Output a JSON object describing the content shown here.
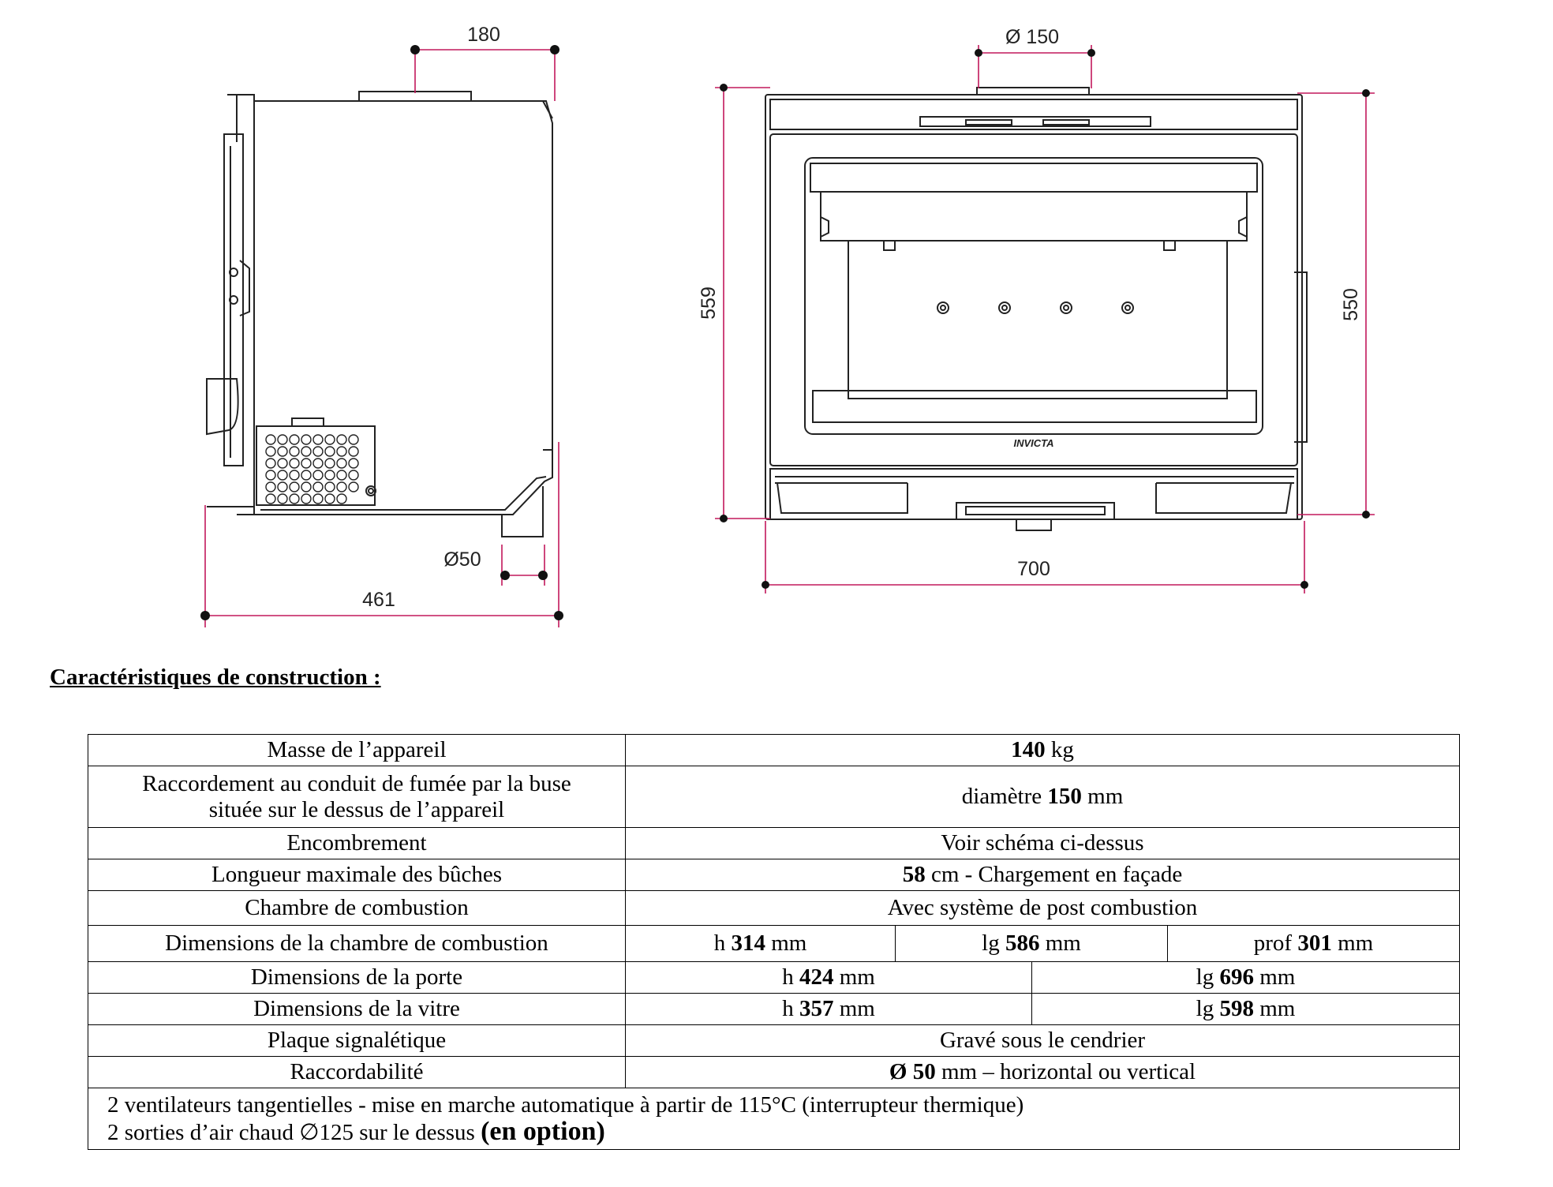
{
  "side_view": {
    "dim_top": "180",
    "dim_outlet": "Ø50",
    "dim_depth": "461"
  },
  "front_view": {
    "dim_flue": "Ø 150",
    "dim_height_left": "559",
    "dim_height_right": "550",
    "dim_width": "700",
    "brand": "INVICTA"
  },
  "section_title": "Caractéristiques de construction :",
  "specs": {
    "row1": {
      "label": "Masse de l’appareil",
      "v_bold": "140",
      "v_unit": " kg"
    },
    "row2": {
      "label_line1": "Raccordement au conduit de fumée par la buse",
      "label_line2": "située sur le dessus de l’appareil",
      "v_pre": "diamètre ",
      "v_bold": "150",
      "v_unit": " mm"
    },
    "row3": {
      "label": "Encombrement",
      "value": "Voir schéma ci-dessus"
    },
    "row4": {
      "label": "Longueur maximale des bûches",
      "v_bold": "58",
      "v_rest": " cm - Chargement en façade"
    },
    "row5": {
      "label": "Chambre de combustion",
      "value": "Avec système de post combustion"
    },
    "row6": {
      "label": "Dimensions de la chambre de combustion",
      "c1_pre": "h ",
      "c1_bold": "314",
      "c1_unit": " mm",
      "c2_pre": "lg ",
      "c2_bold": "586",
      "c2_unit": " mm",
      "c3_pre": "prof ",
      "c3_bold": "301",
      "c3_unit": " mm"
    },
    "row7": {
      "label": "Dimensions de la porte",
      "c1_pre": "h ",
      "c1_bold": "424",
      "c1_unit": " mm",
      "c2_pre": "lg ",
      "c2_bold": "696",
      "c2_unit": " mm"
    },
    "row8": {
      "label": "Dimensions de la vitre",
      "c1_pre": "h ",
      "c1_bold": "357",
      "c1_unit": " mm",
      "c2_pre": "lg ",
      "c2_bold": "598",
      "c2_unit": " mm"
    },
    "row9": {
      "label": "Plaque signalétique",
      "value": "Gravé sous le cendrier"
    },
    "row10": {
      "label": "Raccordabilité",
      "v_bold": "Ø 50",
      "v_rest": " mm – horizontal ou vertical"
    },
    "note_line1": "2 ventilateurs tangentielles - mise en marche automatique à partir de 115°C (interrupteur thermique)",
    "note_line2": "2 sorties d’air chaud ∅125 sur le dessus ",
    "note_line2_bold": "(en option)"
  },
  "colors": {
    "dimension_line": "#c2185b",
    "drawing_line": "#222222"
  }
}
